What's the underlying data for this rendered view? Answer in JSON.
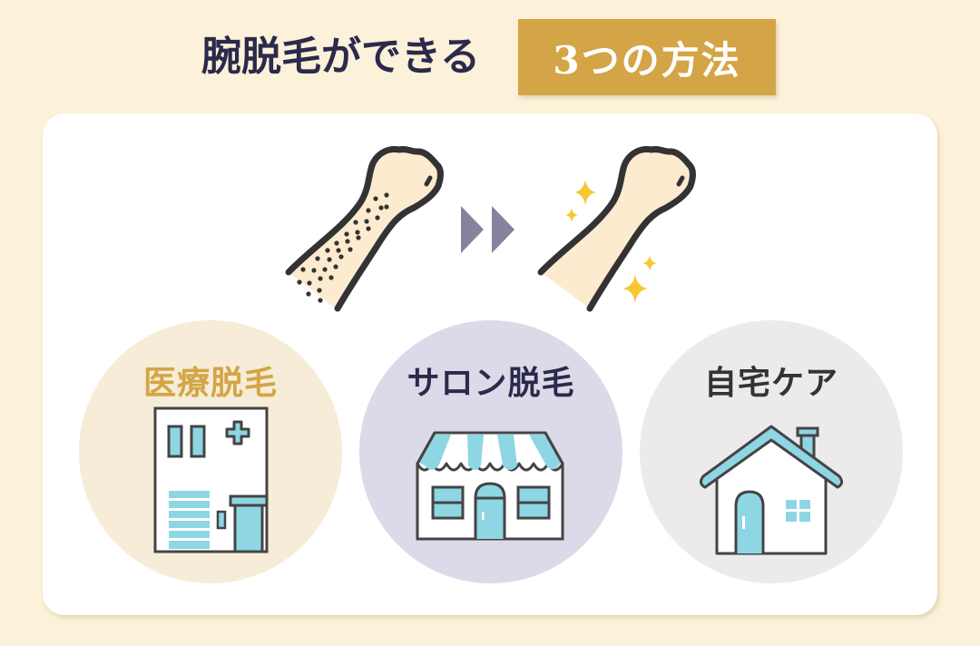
{
  "header": {
    "title_main": "腕脱毛ができる",
    "title_highlight": "3つの方法",
    "highlight_color": "#d4a546",
    "title_color": "#2b2a4c"
  },
  "illustration": {
    "before_icon": "hairy-arm-icon",
    "arrow_icon": "double-chevron-right-icon",
    "after_icon": "smooth-arm-sparkle-icon",
    "arrow_color": "#85839e",
    "sparkle_color": "#f5c832",
    "skin_color": "#fdebd0"
  },
  "methods": [
    {
      "label": "医療脱毛",
      "icon": "clinic-building-icon",
      "label_color": "#d4a546",
      "bg_color": "#f6ecd7"
    },
    {
      "label": "サロン脱毛",
      "icon": "salon-storefront-icon",
      "label_color": "#2b2a4c",
      "bg_color": "#dcdae8"
    },
    {
      "label": "自宅ケア",
      "icon": "house-icon",
      "label_color": "#333333",
      "bg_color": "#ebebeb"
    }
  ],
  "colors": {
    "background": "#fcf1d9",
    "card": "#ffffff",
    "icon_fill": "#8ed6e3",
    "icon_stroke": "#444444"
  }
}
